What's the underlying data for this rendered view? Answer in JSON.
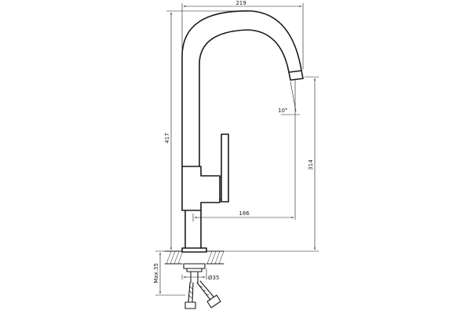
{
  "dimensions": {
    "width": "219",
    "total_height": "417",
    "spout_height": "314",
    "reach": "186",
    "angle": "10°",
    "max_thickness": "Max.35",
    "bore": "Ø35"
  }
}
